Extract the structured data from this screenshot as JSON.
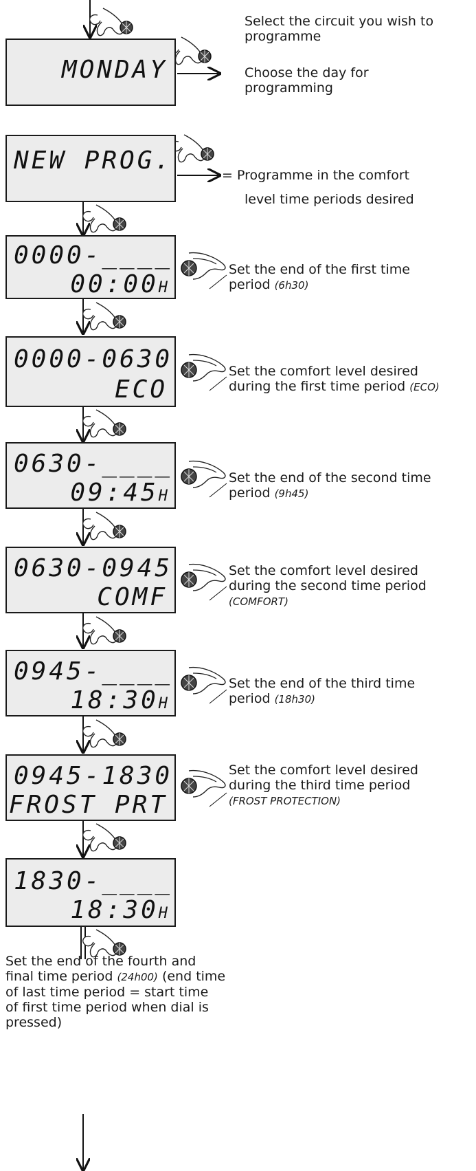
{
  "screens": [
    {
      "l1": "MONDAY",
      "l2": ""
    },
    {
      "l1": "NEW PROG.",
      "l2": ""
    },
    {
      "l1": "0000-____",
      "l2": "00:00",
      "u": "H"
    },
    {
      "l1": "0000-0630",
      "l2": "ECO"
    },
    {
      "l1": "0630-____",
      "l2": "09:45",
      "u": "H"
    },
    {
      "l1": "0630-0945",
      "l2": "COMF"
    },
    {
      "l1": "0945-____",
      "l2": "18:30",
      "u": "H"
    },
    {
      "l1": "0945-1830",
      "l2": "FROST PRT"
    },
    {
      "l1": "1830-____",
      "l2": "18:30",
      "u": "H"
    }
  ],
  "instructions": {
    "select_circuit": "Select the circuit you wish to\nprogramme",
    "choose_day": "Choose the day for\nprogramming",
    "new_prog": "= Programme in the comfort",
    "new_prog_2": "level time periods desired",
    "s1": "Set the end of the first time\nperiod ",
    "s1_note": "(6h30)",
    "s2": "Set the comfort level desired\nduring the first time period ",
    "s2_note": "(ECO)",
    "s3": "Set the end of the second time\nperiod ",
    "s3_note": "(9h45)",
    "s4": "Set the comfort level desired\nduring the second time period\n",
    "s4_note": "(COMFORT)",
    "s5": "Set the end of the third time\nperiod ",
    "s5_note": "(18h30)",
    "s6": "Set the comfort level desired\nduring the third time period\n",
    "s6_note": "(FROST PROTECTION)",
    "final_a": "Set the end of the fourth and\nfinal time period ",
    "final_note": "(24h00)",
    "final_b": " (end time\nof last time period = start time\nof first time period when dial is\npressed)"
  },
  "icons": [
    "press-dial-icon",
    "turn-dial-icon",
    "arrow-down-icon",
    "arrow-right-icon"
  ]
}
